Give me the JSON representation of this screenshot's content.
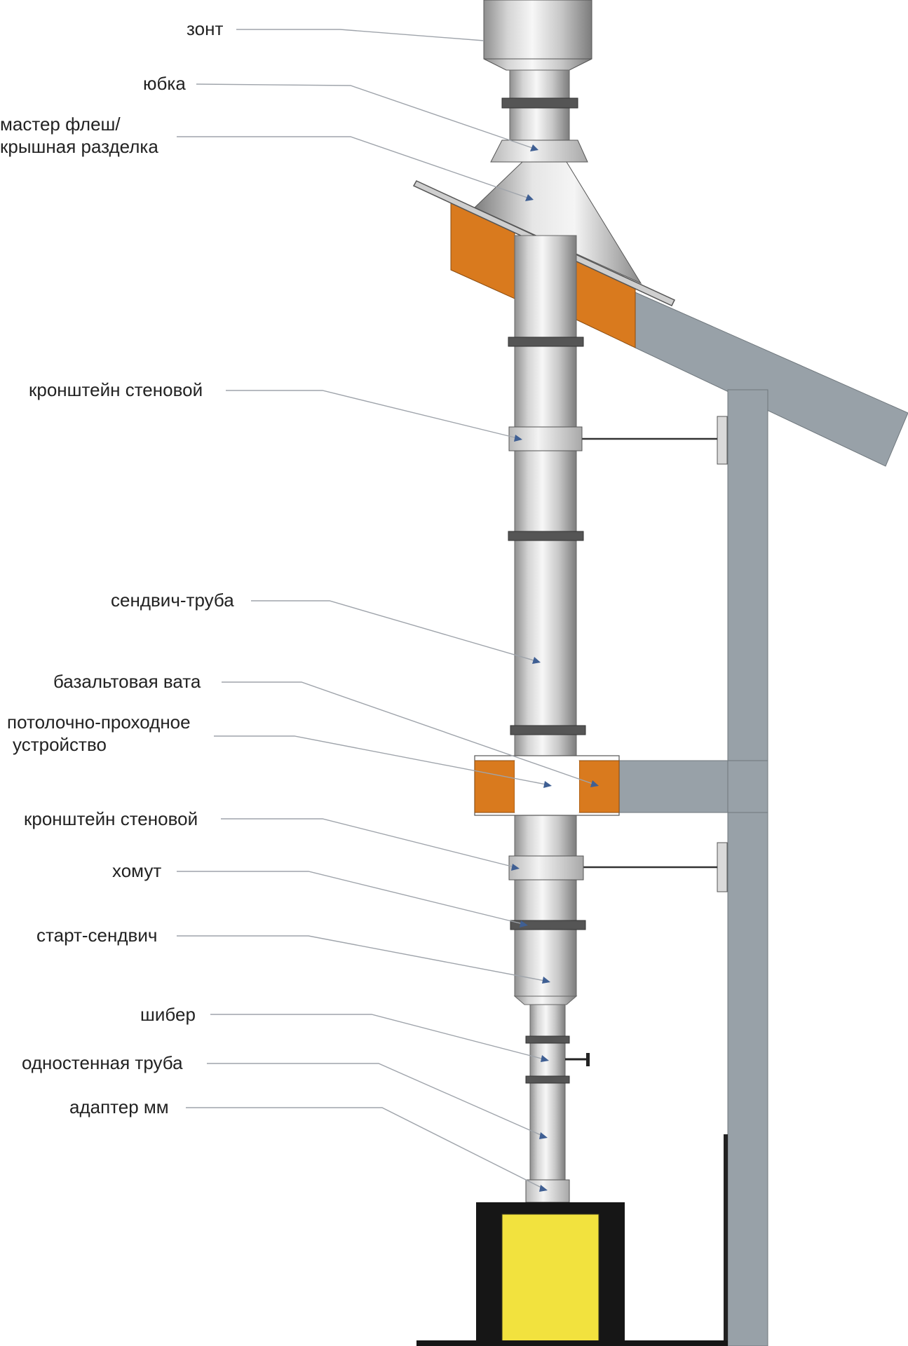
{
  "labels": {
    "umbrella": "зонт",
    "skirt": "юбка",
    "master_flash_line1": "мастер флеш/",
    "master_flash_line2": "крышная разделка",
    "wall_bracket_top": "кронштейн стеновой",
    "sandwich_pipe": "сендвич-труба",
    "basalt_wool": "базальтовая вата",
    "ceiling_pass_line1": "потолочно-проходное",
    "ceiling_pass_line2": "устройство",
    "wall_bracket_bottom": "кронштейн стеновой",
    "clamp": "хомут",
    "start_sandwich": "старт-сендвич",
    "damper": "шибер",
    "single_wall_pipe": "одностенная труба",
    "adapter": "адаптер мм"
  },
  "colors": {
    "insulation": "#d97a1e",
    "wall": "#98a1a8",
    "firebox": "#f2e23e",
    "stove": "#161616",
    "clamp_ring": "#555555",
    "arrow": "#3f5f93"
  }
}
